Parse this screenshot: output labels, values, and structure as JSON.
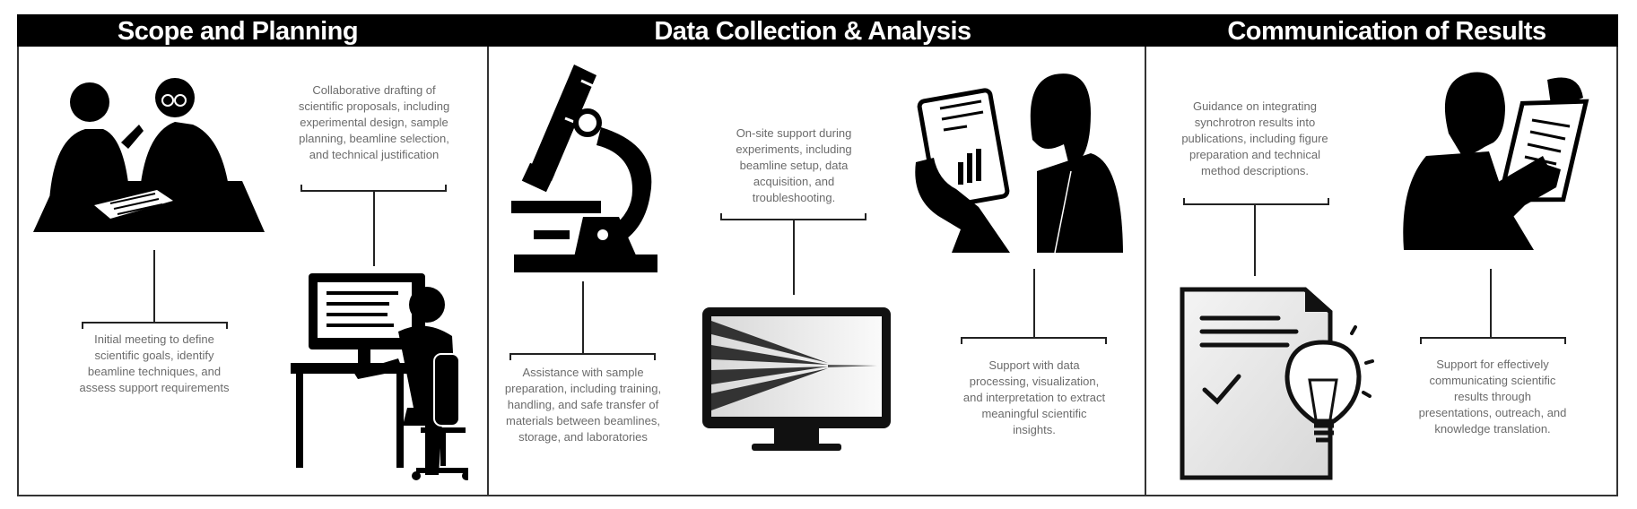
{
  "sections": [
    {
      "title": "Scope and Planning",
      "items": [
        {
          "icon": "meeting-icon",
          "text": "Initial meeting to define scientific goals, identify beamline techniques, and assess support requirements"
        },
        {
          "icon": "computer-user-icon",
          "text": "Collaborative drafting of scientific proposals, including experimental design, sample planning, beamline selection, and technical justification"
        }
      ]
    },
    {
      "title": "Data Collection & Analysis",
      "items": [
        {
          "icon": "microscope-icon",
          "text": "Assistance with sample preparation, including training, handling, and safe transfer of materials between beamlines, storage, and laboratories"
        },
        {
          "icon": "monitor-beam-icon",
          "text": "On-site support during experiments, including beamline setup, data acquisition, and troubleshooting."
        },
        {
          "icon": "person-tablet-icon",
          "text": "Support with data processing, visualization, and interpretation to extract meaningful scientific insights."
        }
      ]
    },
    {
      "title": "Communication of Results",
      "items": [
        {
          "icon": "document-lightbulb-icon",
          "text": "Guidance on integrating synchrotron results into publications, including figure preparation and technical method descriptions."
        },
        {
          "icon": "person-reading-icon",
          "text": "Support for effectively communicating scientific results through presentations, outreach, and knowledge translation."
        }
      ]
    }
  ]
}
